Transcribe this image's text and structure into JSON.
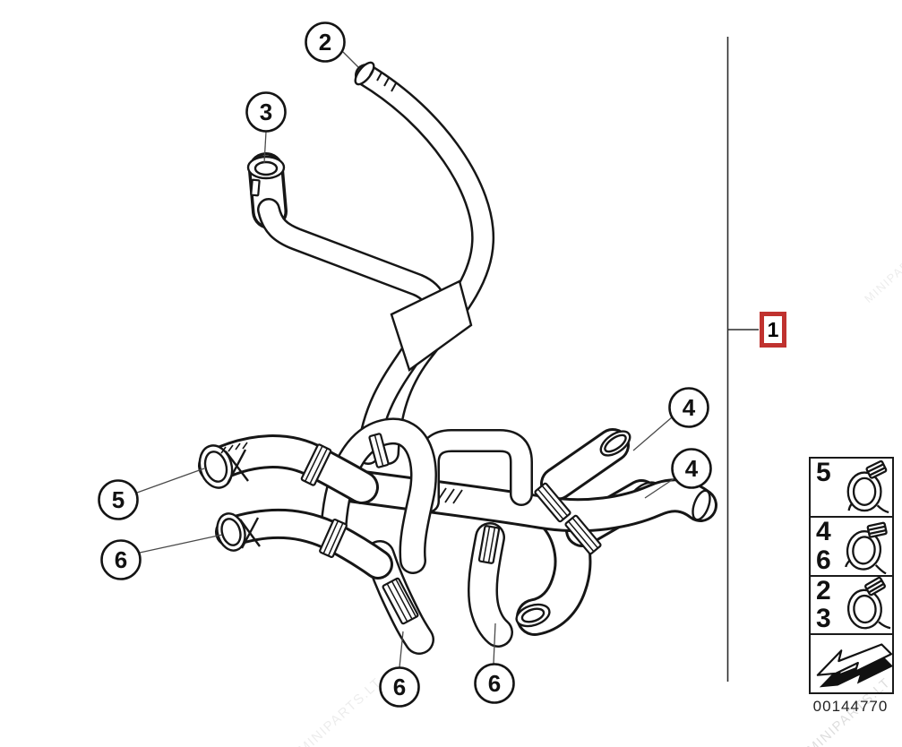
{
  "callouts": [
    {
      "id": "2"
    },
    {
      "id": "3"
    },
    {
      "id": "5"
    },
    {
      "id": "6"
    },
    {
      "id": "4"
    },
    {
      "id": "4"
    },
    {
      "id": "6"
    },
    {
      "id": "6"
    }
  ],
  "assembly_ref": {
    "label": "1",
    "box_color": "#c0322f"
  },
  "legend": {
    "rows": [
      {
        "labels": [
          "5"
        ],
        "icon": "hose-clamp-icon"
      },
      {
        "labels": [
          "4",
          "6"
        ],
        "icon": "hose-clamp-icon"
      },
      {
        "labels": [
          "2",
          "3"
        ],
        "icon": "hose-clamp-icon"
      },
      {
        "labels": [],
        "icon": "direction-arrow-icon"
      }
    ]
  },
  "part_number": "00144770",
  "watermark": "MINIPARTS.LT",
  "colors": {
    "line": "#161616",
    "ref_red": "#c0322f",
    "background": "#ffffff"
  }
}
